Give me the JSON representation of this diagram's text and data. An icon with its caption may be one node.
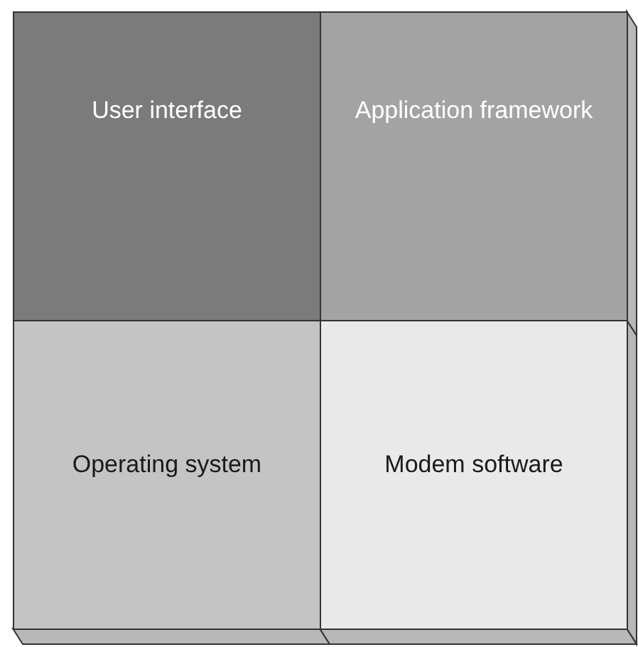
{
  "diagram": {
    "nodes": [
      {
        "text": [
          "User interface"
        ]
      },
      {
        "text": [
          "Application framework"
        ]
      },
      {
        "text": [
          "Operating system"
        ]
      },
      {
        "text": [
          "Modem software"
        ]
      }
    ]
  }
}
